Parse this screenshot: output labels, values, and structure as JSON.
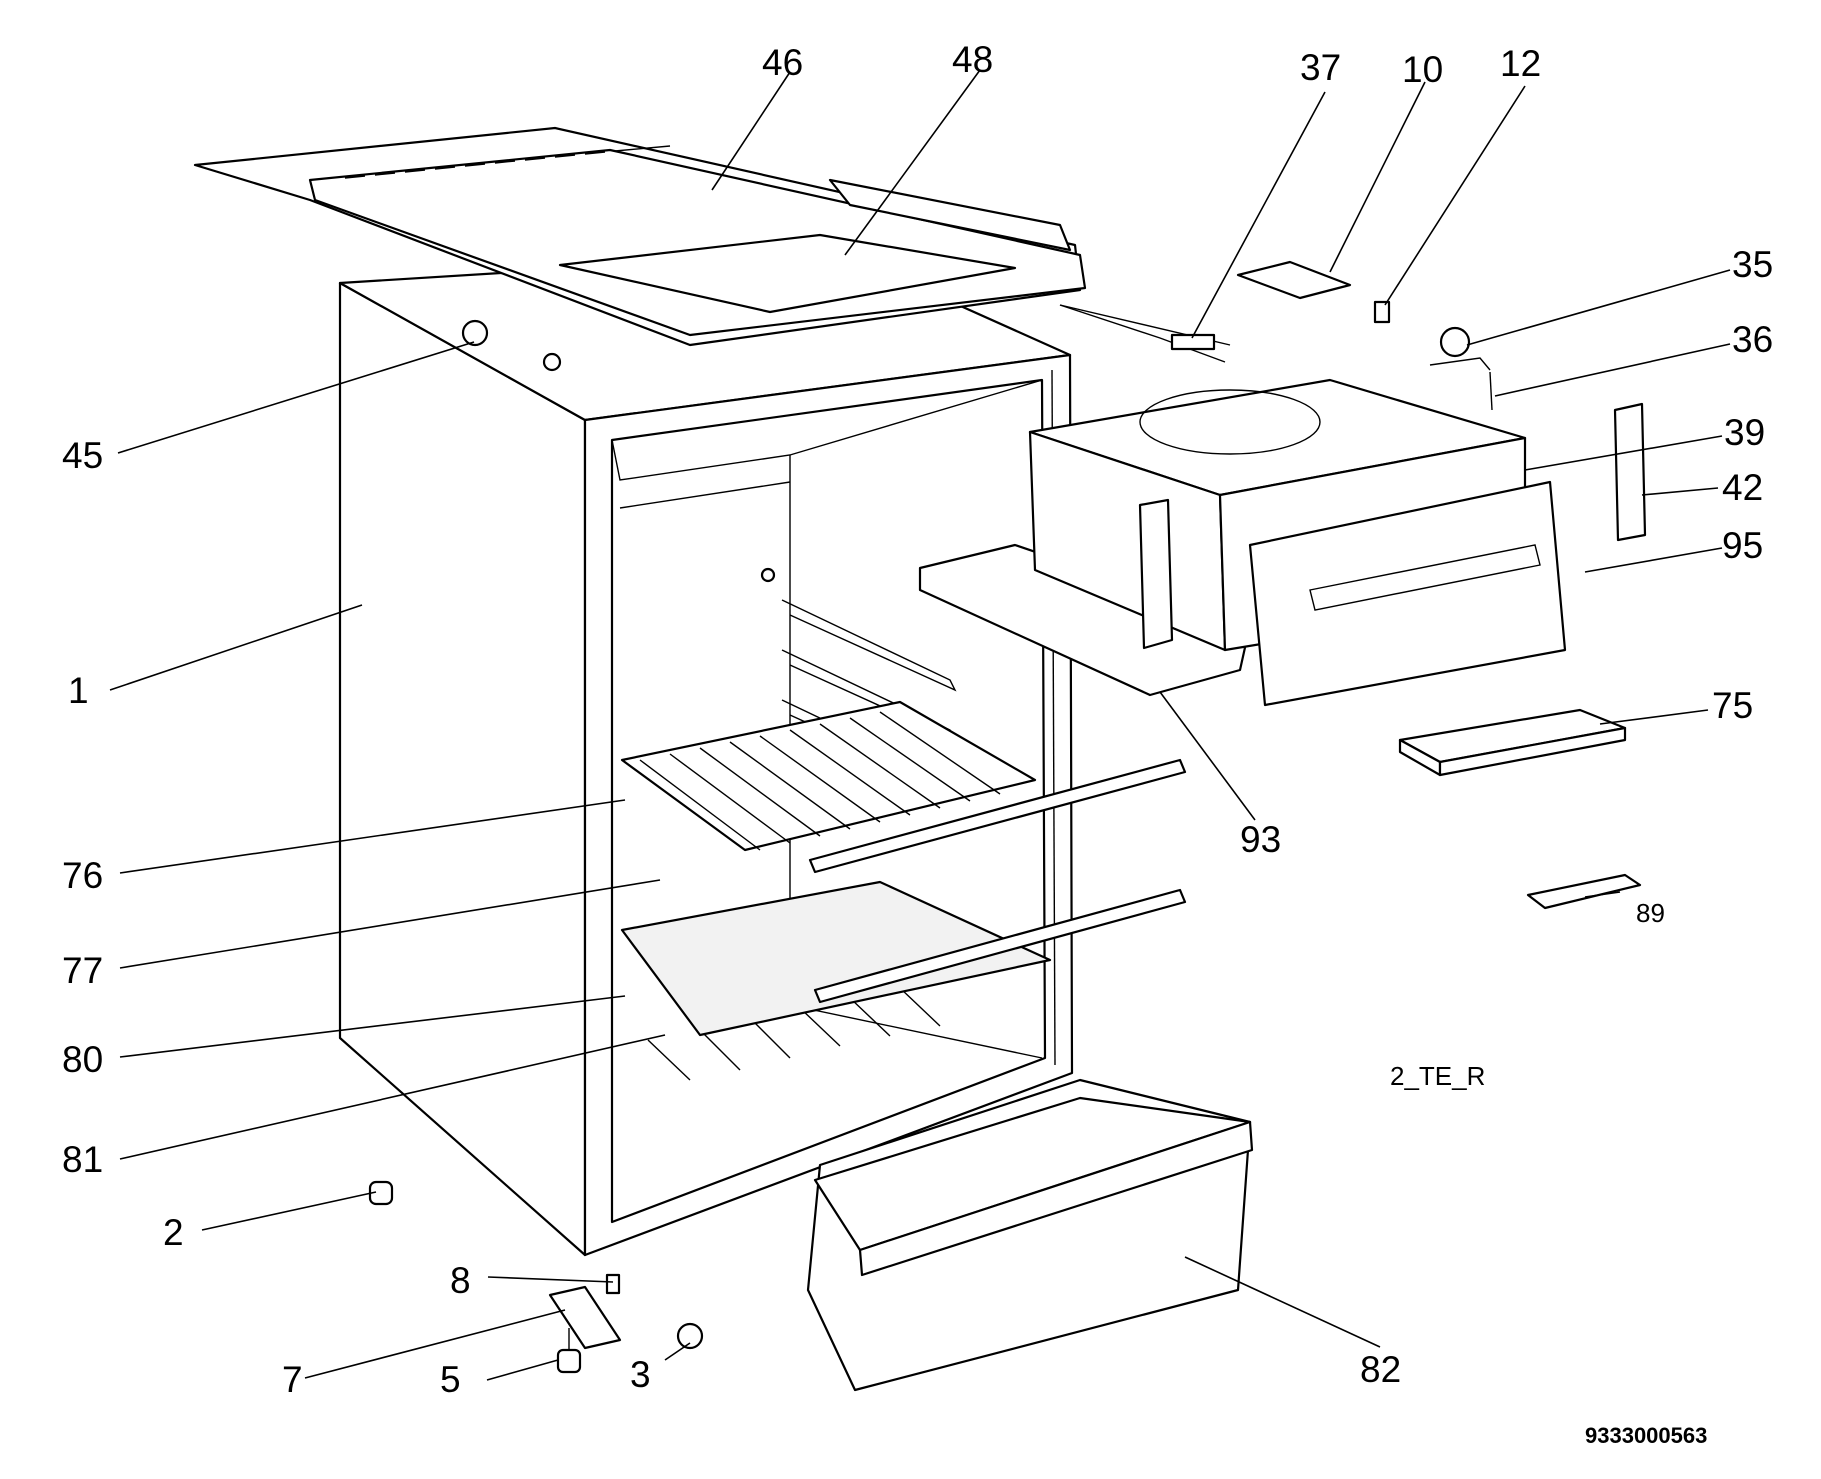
{
  "labels": {
    "p1": "1",
    "p2": "2",
    "p3": "3",
    "p5": "5",
    "p7": "7",
    "p8": "8",
    "p10": "10",
    "p12": "12",
    "p35": "35",
    "p36": "36",
    "p37": "37",
    "p39": "39",
    "p42": "42",
    "p45": "45",
    "p46": "46",
    "p48": "48",
    "p75": "75",
    "p76": "76",
    "p77": "77",
    "p80": "80",
    "p81": "81",
    "p82": "82",
    "p89": "89",
    "p93": "93",
    "p95": "95"
  },
  "model_code": "2_TE_R",
  "document_number": "9333000563"
}
